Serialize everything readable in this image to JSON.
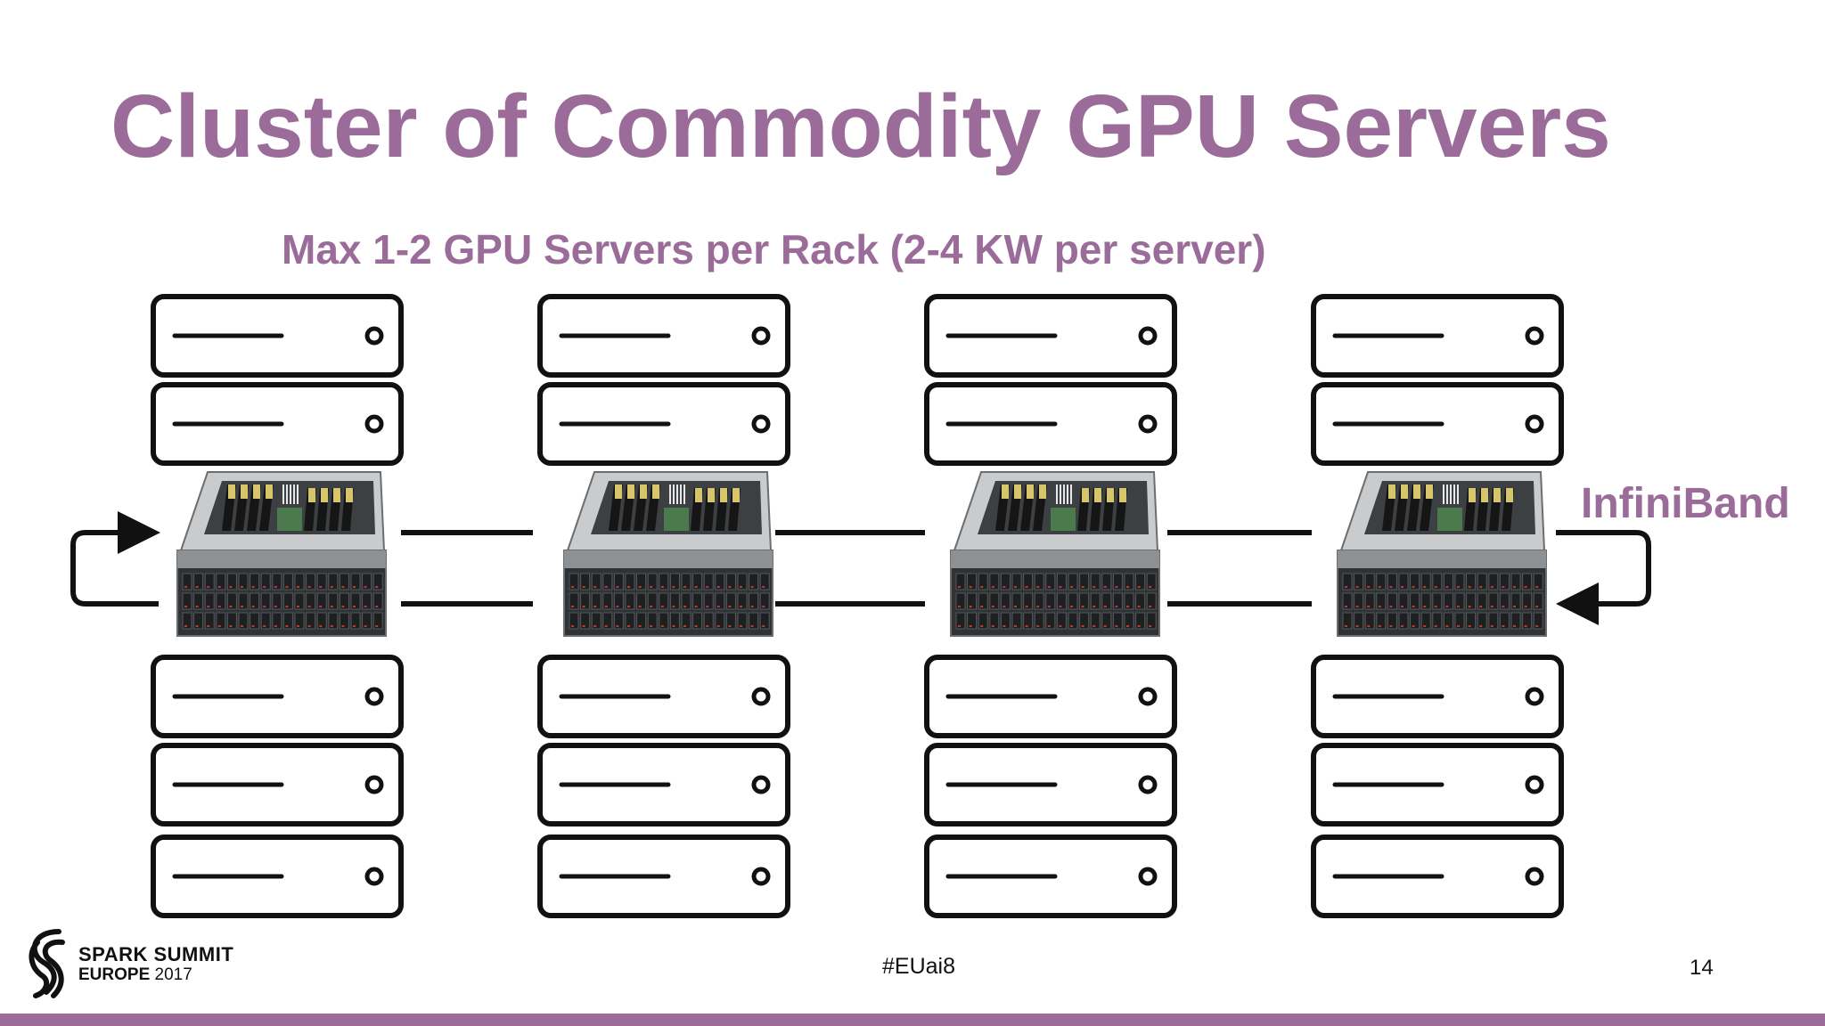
{
  "slide": {
    "title": "Cluster of Commodity GPU Servers",
    "subtitle": "Max 1-2 GPU Servers per Rack (2-4 KW per server)",
    "interconnect_label": "InfiniBand",
    "rack_count": 4,
    "commodity_servers_above_gpu_server": 2,
    "commodity_servers_below_gpu_server": 3
  },
  "footer": {
    "logo_name": "SPARK SUMMIT",
    "logo_sub_bold": "EUROPE",
    "logo_sub_year": "2017",
    "hashtag": "#EUai8",
    "page_number": "14"
  },
  "colors": {
    "accent": "#9b6b9a",
    "outline": "#111111",
    "background": "#ffffff"
  },
  "icons": [
    "server-icon",
    "gpu-server-icon",
    "spark-summit-logo"
  ]
}
